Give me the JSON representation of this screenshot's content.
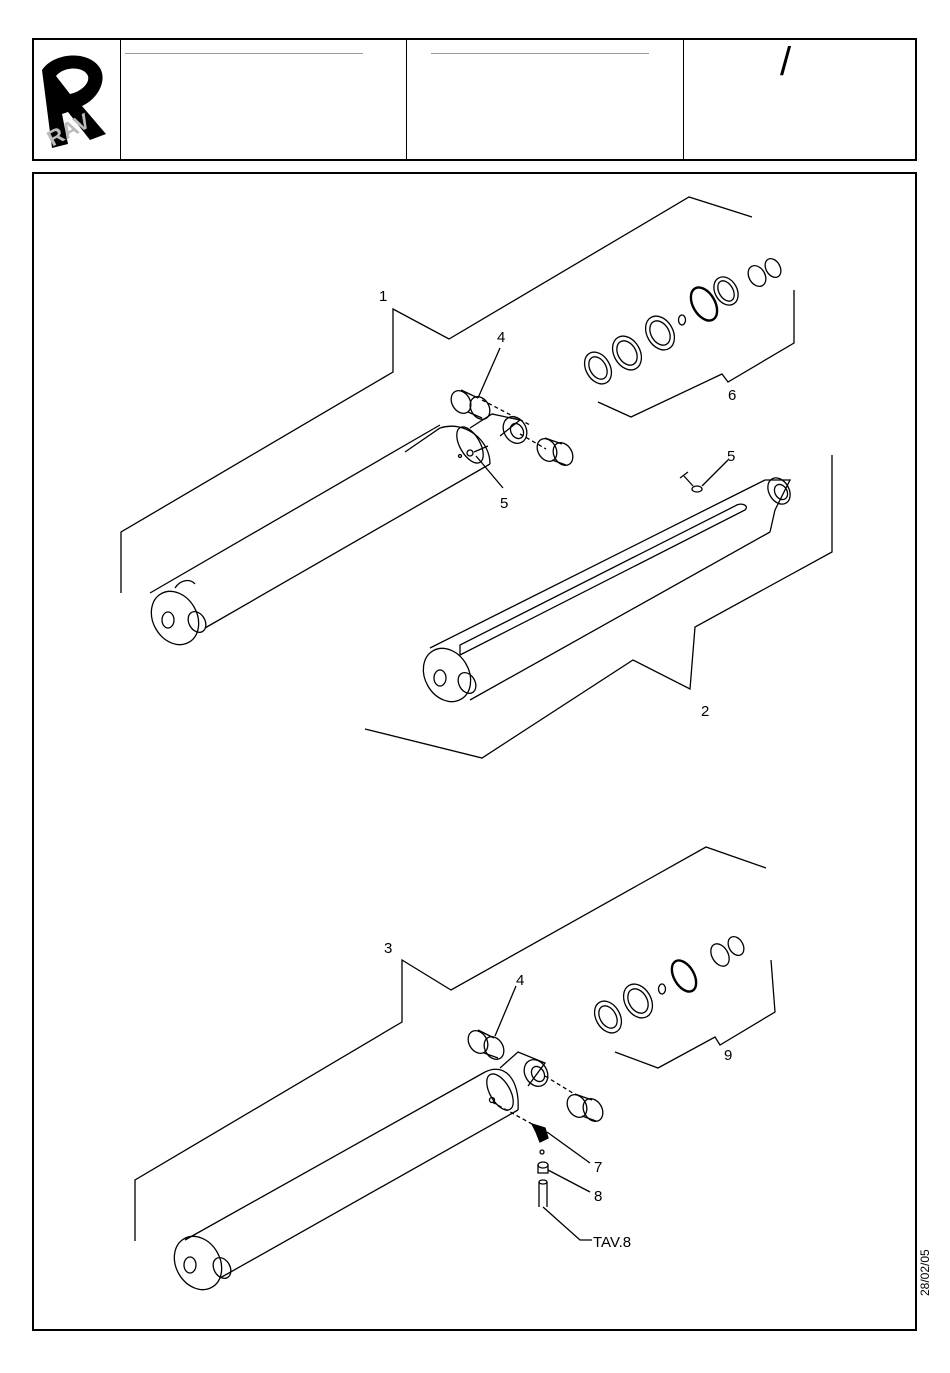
{
  "header": {
    "logo_text": "RAV",
    "slash_mark": "/"
  },
  "date_stamp": "28/02/05",
  "callouts": {
    "c1": "1",
    "c2": "2",
    "c3": "3",
    "c4a": "4",
    "c4b": "4",
    "c5a": "5",
    "c5b": "5",
    "c6": "6",
    "c7": "7",
    "c8": "8",
    "c9": "9",
    "tav": "TAV.8"
  }
}
